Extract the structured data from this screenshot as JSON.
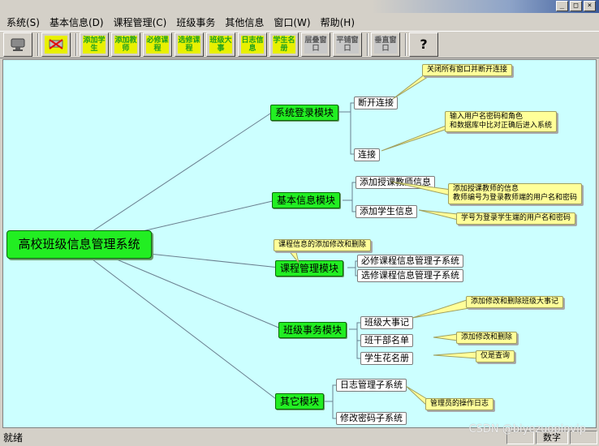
{
  "window": {
    "min_label": "_",
    "max_label": "□",
    "close_label": "×"
  },
  "menu": [
    {
      "id": "system",
      "label": "系统(S)"
    },
    {
      "id": "basic",
      "label": "基本信息(D)"
    },
    {
      "id": "course",
      "label": "课程管理(C)"
    },
    {
      "id": "affairs",
      "label": "班级事务"
    },
    {
      "id": "other",
      "label": "其他信息"
    },
    {
      "id": "window",
      "label": "窗口(W)"
    },
    {
      "id": "help",
      "label": "帮助(H)"
    }
  ],
  "toolbar": {
    "add_student": "添加学生",
    "add_teacher": "添加教师",
    "required_course": "必修课程",
    "elective_course": "选修课程",
    "class_events": "班级大事",
    "log_info": "日志信息",
    "student_roster": "学生名册",
    "stack_windows": "层叠窗口",
    "tile_windows": "平铺窗口",
    "vertical_windows": "垂直窗口",
    "help_glyph": "?"
  },
  "mindmap": {
    "root": "高校班级信息管理系统",
    "modules": {
      "login": "系统登录模块",
      "basic": "基本信息模块",
      "course": "课程管理模块",
      "affairs": "班级事务模块",
      "other": "其它模块"
    },
    "leaves": {
      "disconnect": "断开连接",
      "connect": "连接",
      "add_teacher_info": "添加授课教师信息",
      "add_student_info": "添加学生信息",
      "required_sub": "必修课程信息管理子系统",
      "elective_sub": "选修课程信息管理子系统",
      "class_events": "班级大事记",
      "cadre_roster": "班干部名单",
      "student_roster": "学生花名册",
      "log_sub": "日志管理子系统",
      "password_sub": "修改密码子系统"
    },
    "notes": {
      "disconnect": "关闭所有窗口并断开连接",
      "connect_1": "输入用户名密码和角色",
      "connect_2": "和数据库中比对正确后进入系统",
      "teacher_1": "添加授课教师的信息",
      "teacher_2": "教师编号为登录教师端的用户名和密码",
      "student": "学号为登录学生端的用户名和密码",
      "course": "课程信息的添加修改和删除",
      "events": "添加修改和删除班级大事记",
      "cadre": "添加修改和删除",
      "roster": "仅是查询",
      "log": "管理员的操作日志"
    }
  },
  "status": {
    "text": "就绪",
    "num_label": "数字"
  },
  "watermark": "CSDN @biyezuopinvip"
}
